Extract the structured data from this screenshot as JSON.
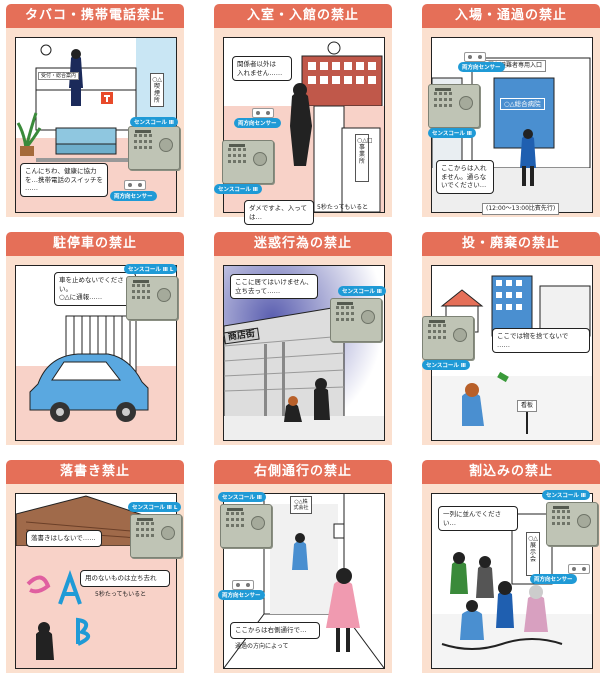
{
  "panels": [
    {
      "title": "タバコ・携帯電話禁止",
      "bubble_1": "こんにちわ、健康に協力\nを…携帯電話のスイッチを\n……",
      "device_label": "センスコール Ⅲ",
      "sensor_label": "両方向センサー",
      "sign": "○△喫煙所",
      "counter_sign": "受付・総合案内"
    },
    {
      "title": "入室・入館の禁止",
      "bubble_1": "関係者以外は\n入れません……",
      "bubble_2": "ダメですよ、入っては…",
      "caption": "5秒たってもいると",
      "device_label": "センスコール Ⅲ",
      "sensor_label": "両方向センサー",
      "sign": "○△□事業所"
    },
    {
      "title": "入場・通過の禁止",
      "bubble_1": "ここからは入れ\nません。通らな\nいでください…",
      "caption": "(12:00～13:00比賓先行)",
      "device_label": "センスコール Ⅲ",
      "sensor_label": "両方向センサー",
      "sign_top": "緊急避難者専用入口",
      "sign_door": "○△総合病院"
    },
    {
      "title": "駐停車の禁止",
      "bubble_1": "車を止めないでください。\n○△に通報……",
      "device_label": "センスコール Ⅲ L"
    },
    {
      "title": "迷惑行為の禁止",
      "bubble_1": "ここに居てはいけません、\n立ち去って……",
      "device_label": "センスコール Ⅲ",
      "sign": "商店街"
    },
    {
      "title": "投・廃棄の禁止",
      "bubble_1": "ここでは物を捨てないで\n……",
      "device_label": "センスコール Ⅲ",
      "sign": "看板"
    },
    {
      "title": "落書き禁止",
      "bubble_1": "落書きはしないで……",
      "bubble_2": "用のないものは立ち去れ",
      "caption": "5秒たってもいると",
      "device_label": "センスコール Ⅲ L"
    },
    {
      "title": "右側通行の禁止",
      "bubble_1": "ここからは右側通行で…",
      "caption": "通過の方向によって",
      "device_label": "センスコール Ⅲ",
      "sensor_label": "両方向センサー",
      "sign": "○△株\n式会社"
    },
    {
      "title": "割込みの禁止",
      "bubble_1": "一列に並んでください…",
      "device_label": "センスコール Ⅲ",
      "sensor_label": "両方向センサー",
      "sign": "○△展示会"
    }
  ],
  "colors": {
    "tab": "#e56f58",
    "frame": "#fbe0cf",
    "device": "#bfc4b5",
    "label": "#1f9ad6",
    "floor_pink": "#f8d2c8",
    "blue_wall": "#c9e6f4"
  },
  "icons": [
    "intercom-device-icon",
    "sensor-icon",
    "clock-icon",
    "plant-icon",
    "car-icon",
    "can-icon",
    "phone-icon"
  ]
}
